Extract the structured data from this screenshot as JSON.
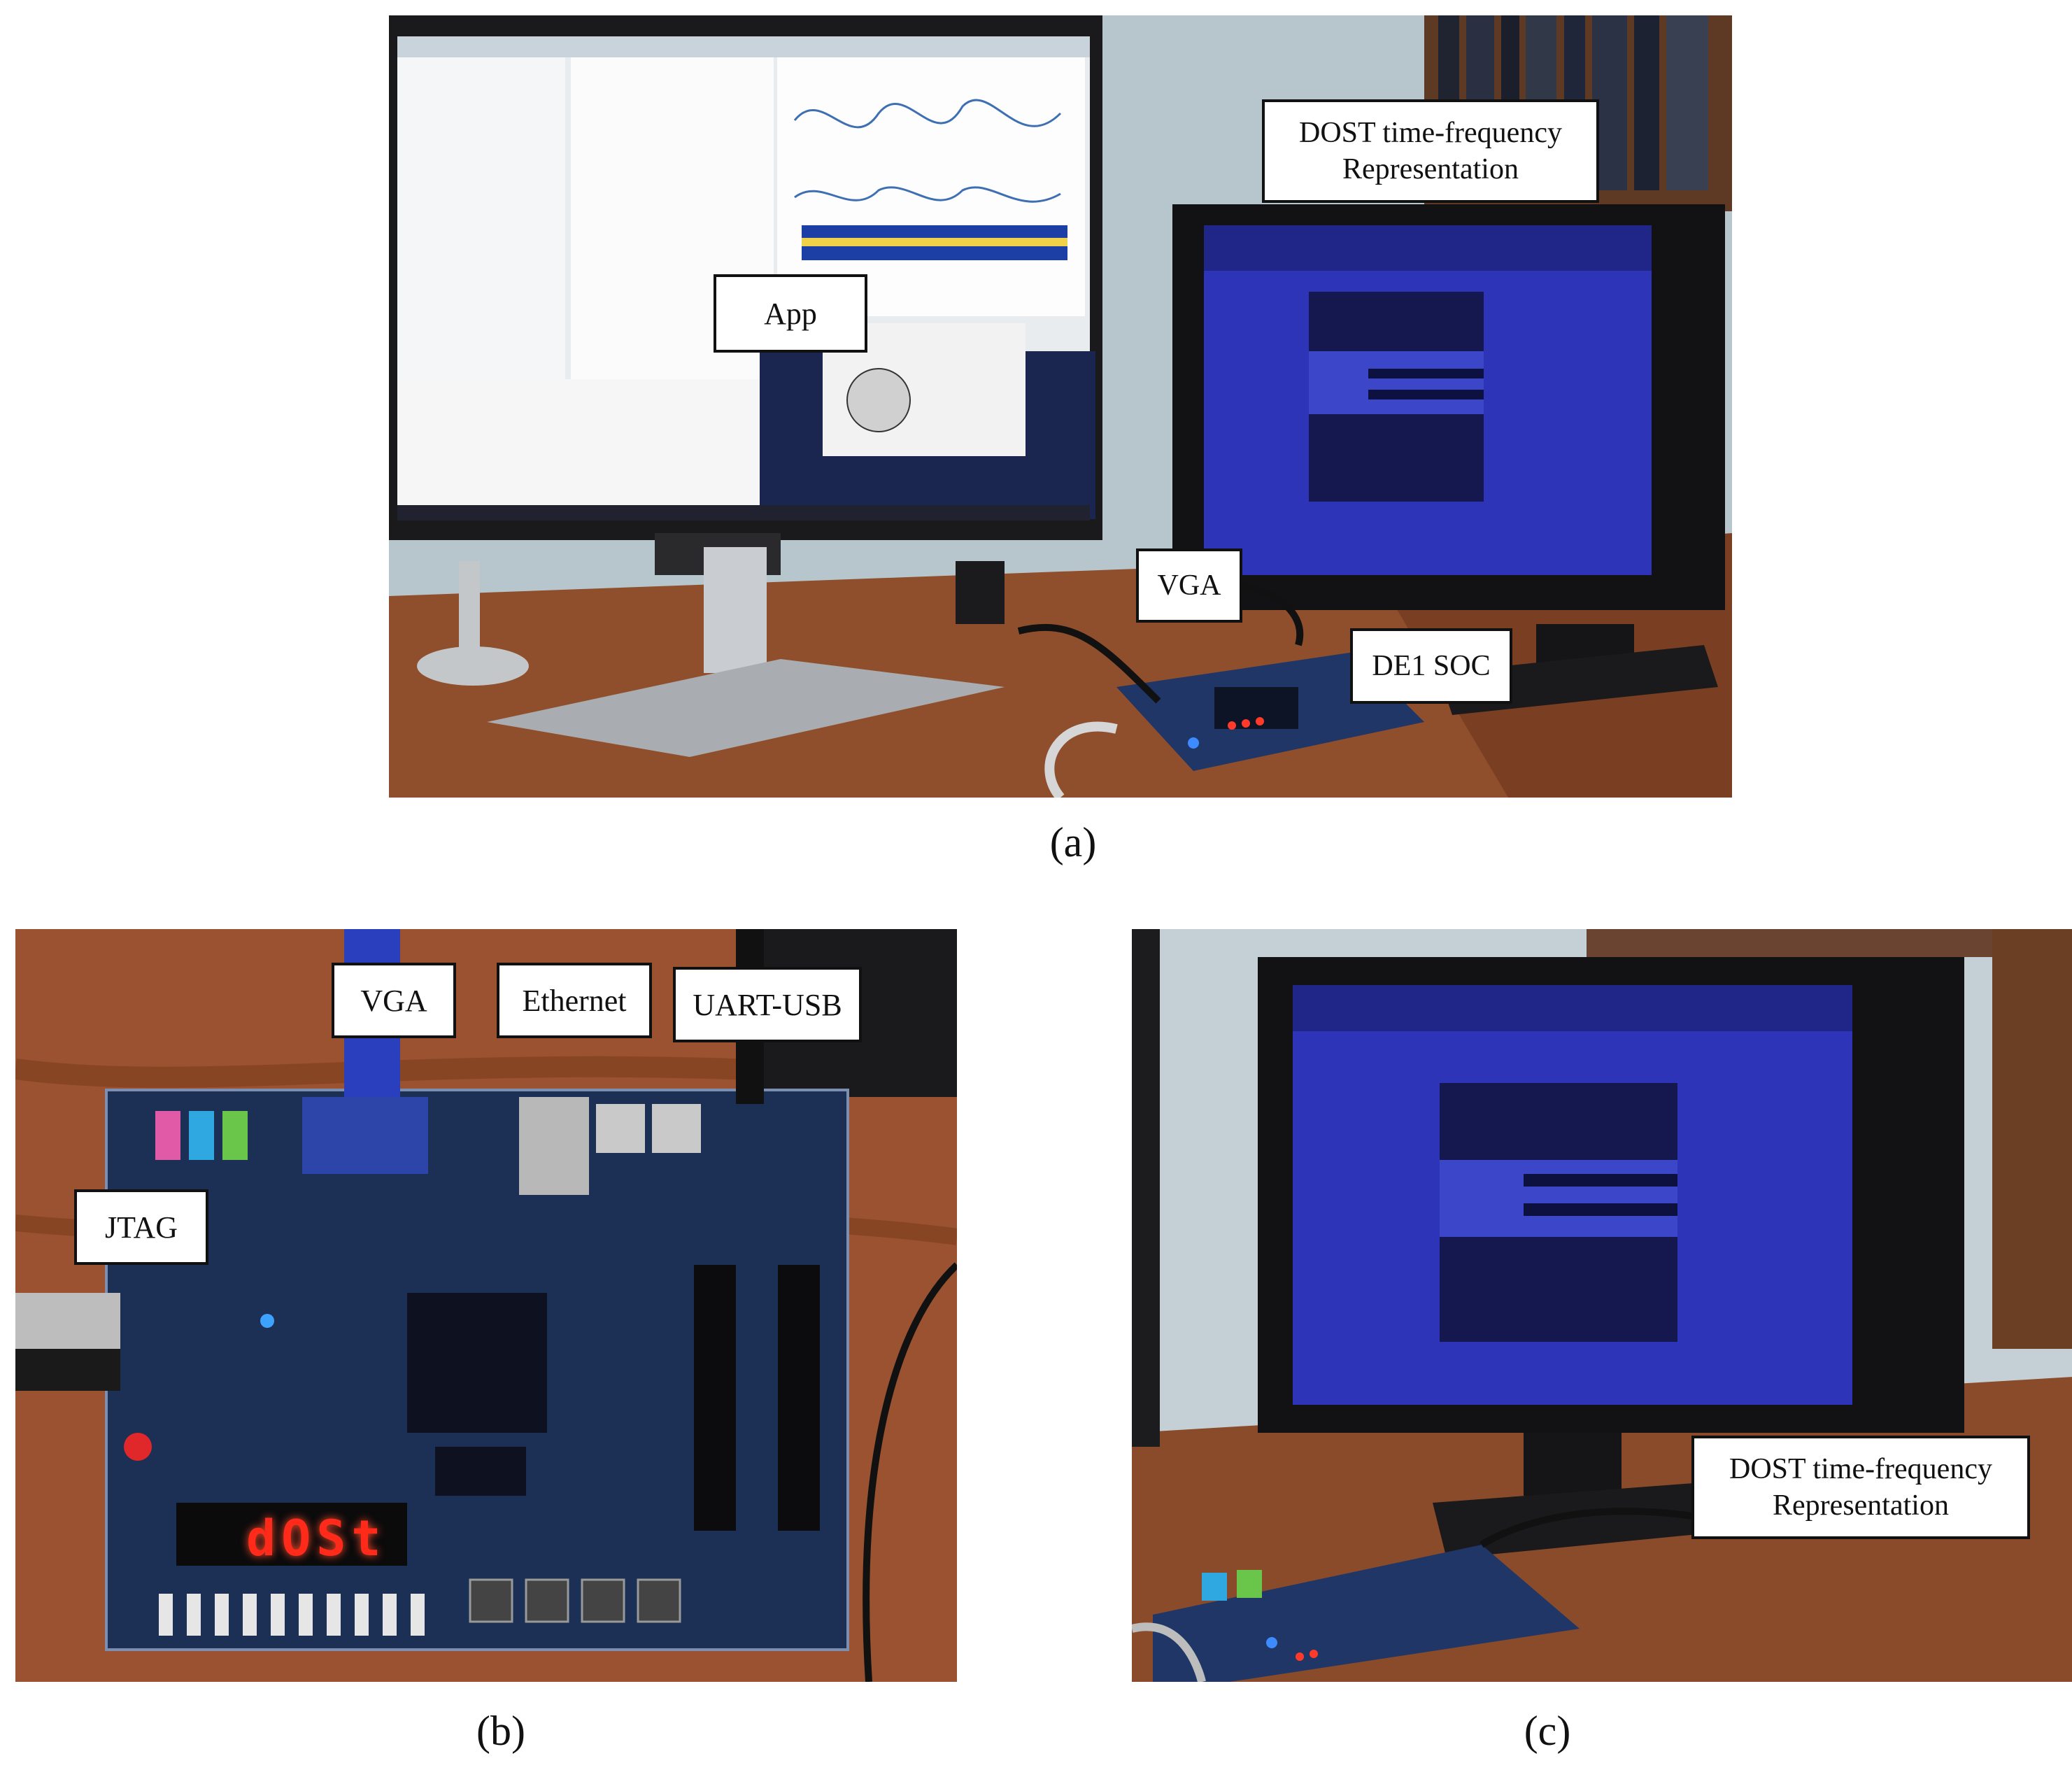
{
  "panels": {
    "a": {
      "caption": "(a)",
      "labels": {
        "app": "App",
        "dost": [
          "DOST time-frequency",
          "Representation"
        ],
        "vga": "VGA",
        "board": "DE1 SOC"
      }
    },
    "b": {
      "caption": "(b)",
      "labels": {
        "vga": "VGA",
        "ethernet": "Ethernet",
        "uart": "UART-USB",
        "jtag": "JTAG"
      },
      "display": "dOSt"
    },
    "c": {
      "caption": "(c)",
      "labels": {
        "dost": [
          "DOST time-frequency",
          "Representation"
        ]
      }
    }
  },
  "colors": {
    "screen_blue": "#2d34b8",
    "desk": "#8a4b2a",
    "wall": "#b9c6cc",
    "pcb": "#1c2f55",
    "led_red": "#ff2a1a"
  },
  "icons": [
    "monitor-icon",
    "fpga-board-icon",
    "vga-connector-icon",
    "ethernet-port-icon",
    "usb-port-icon"
  ]
}
